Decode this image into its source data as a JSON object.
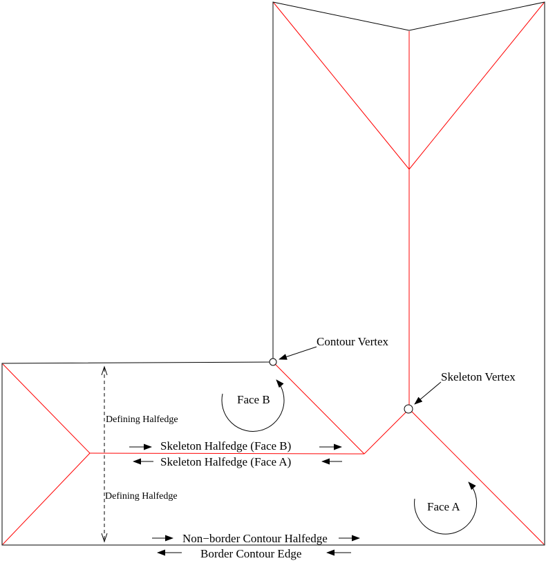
{
  "figure": {
    "title": "Straight skeleton halfedge structure diagram",
    "colors": {
      "skeleton_edge": "#ff0000",
      "contour_edge": "#000000",
      "background": "#ffffff"
    },
    "labels": {
      "contour_vertex": "Contour Vertex",
      "skeleton_vertex": "Skeleton Vertex",
      "face_b": "Face B",
      "face_a": "Face A",
      "skeleton_halfedge_face_b": "Skeleton Halfedge (Face B)",
      "skeleton_halfedge_face_a": "Skeleton Halfedge (Face A)",
      "defining_halfedge_upper": "Defining Halfedge",
      "defining_halfedge_lower": "Defining Halfedge",
      "non_border_contour_halfedge": "Non−border Contour Halfedge",
      "border_contour_edge": "Border Contour Edge"
    }
  }
}
